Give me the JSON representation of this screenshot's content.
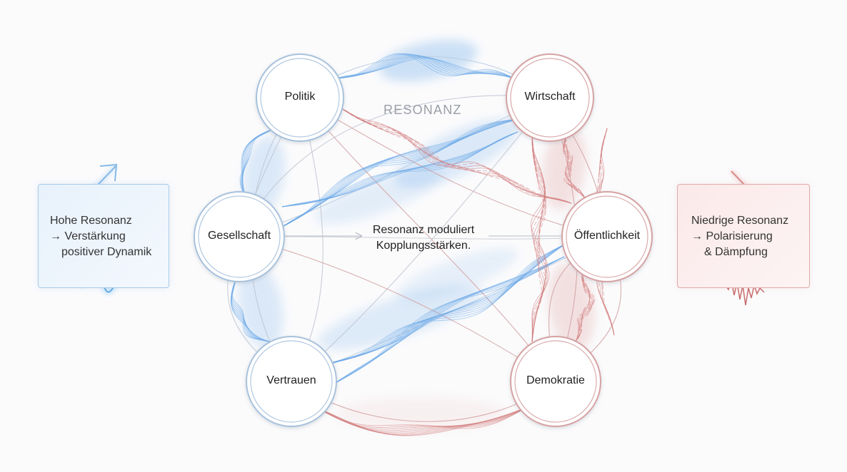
{
  "diagram": {
    "title": "RESONANZ",
    "center_text": {
      "line1": "Resonanz moduliert",
      "line2": "Kopplungsstärken."
    },
    "nodes": {
      "politik": "Politik",
      "wirtschaft": "Wirtschaft",
      "gesellschaft": "Gesellschaft",
      "oeffentlichkeit": "Öffentlichkeit",
      "vertrauen": "Vertrauen",
      "demokratie": "Demokratie"
    },
    "left_box": {
      "line1": "Hohe Resonanz",
      "line2": "→ Verstärkung",
      "line3": "positiver Dynamik"
    },
    "right_box": {
      "line1": "Niedrige Resonanz",
      "line2": "→ Polarisierung",
      "line3": "& Dämpfung"
    }
  },
  "colors": {
    "high_resonance": "#6aa8e8",
    "low_resonance": "#d27a7a",
    "node_border_blue": "#a8c2dc",
    "node_border_red": "#d6a2a2"
  }
}
